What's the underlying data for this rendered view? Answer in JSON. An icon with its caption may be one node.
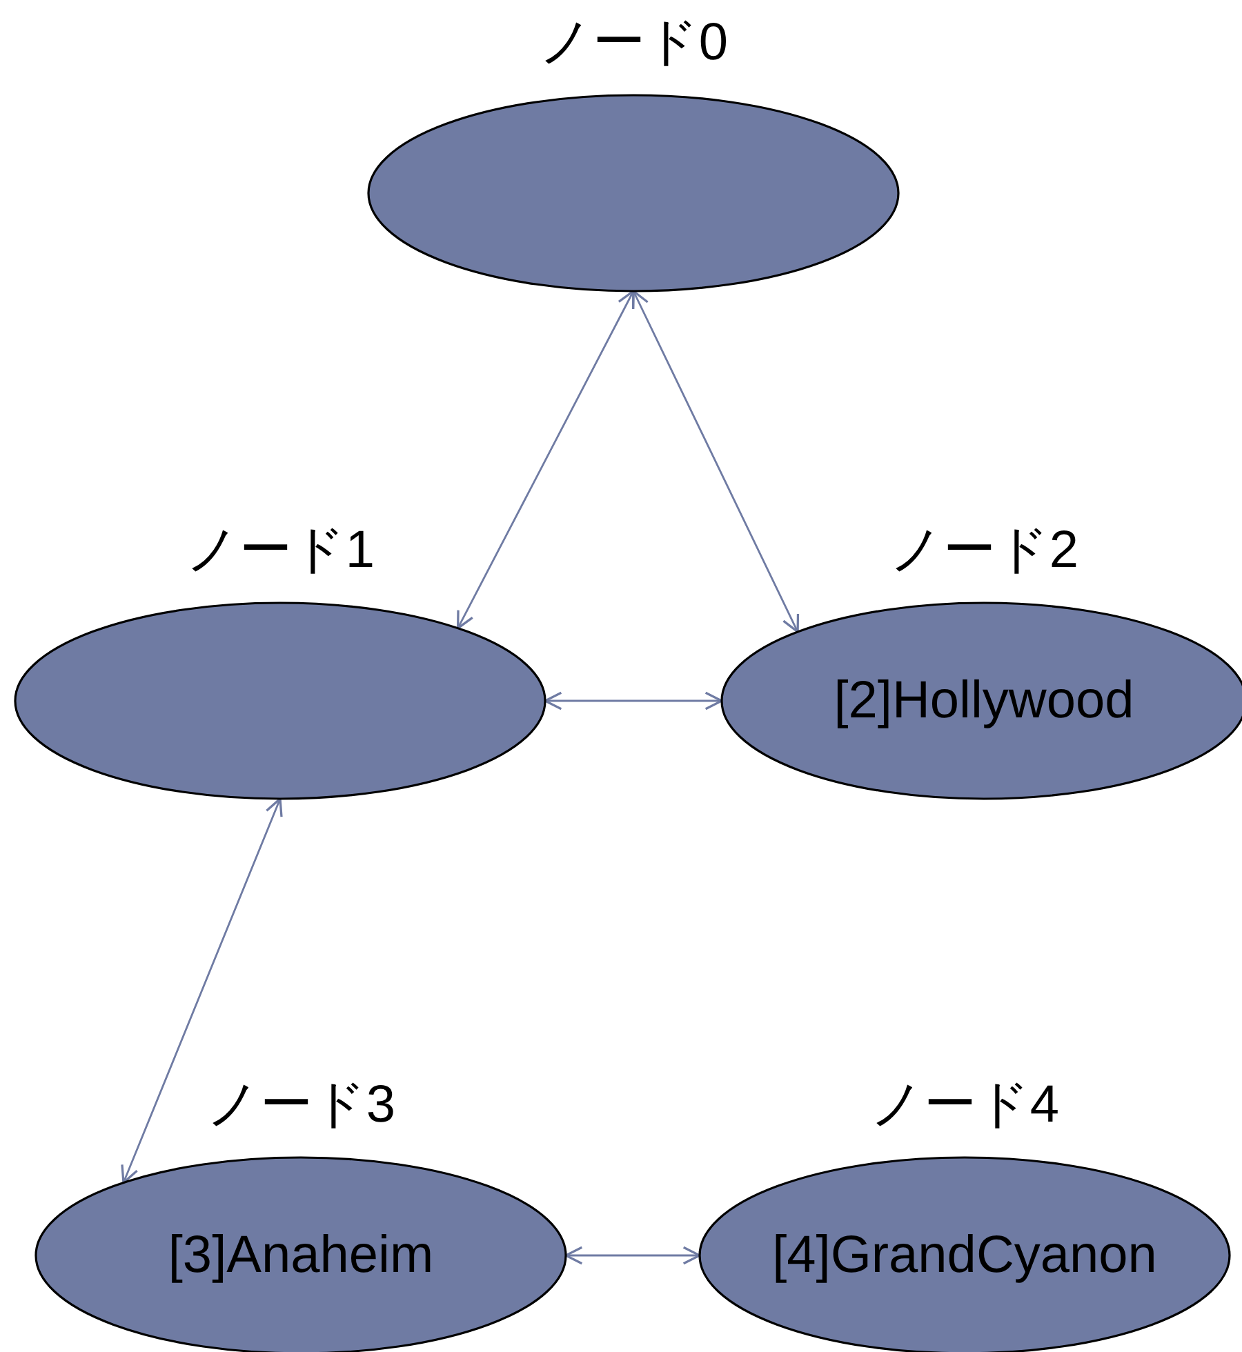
{
  "diagram": {
    "nodes": [
      {
        "text": [
          "ノード0"
        ]
      },
      {
        "text": [
          "ノード1"
        ]
      },
      {
        "text": [
          "ノード2",
          "[2]Hollywood"
        ]
      },
      {
        "text": [
          "ノード3",
          "[3]Anaheim"
        ]
      },
      {
        "text": [
          "ノード4",
          "[4]GrandCyanon"
        ]
      }
    ],
    "edges": [
      {
        "from": 0,
        "to": 1,
        "arrow": "both"
      },
      {
        "from": 0,
        "to": 2,
        "arrow": "both"
      },
      {
        "from": 1,
        "to": 2,
        "arrow": "both"
      },
      {
        "from": 1,
        "to": 3,
        "arrow": "both"
      },
      {
        "from": 3,
        "to": 4,
        "arrow": "both"
      }
    ]
  }
}
